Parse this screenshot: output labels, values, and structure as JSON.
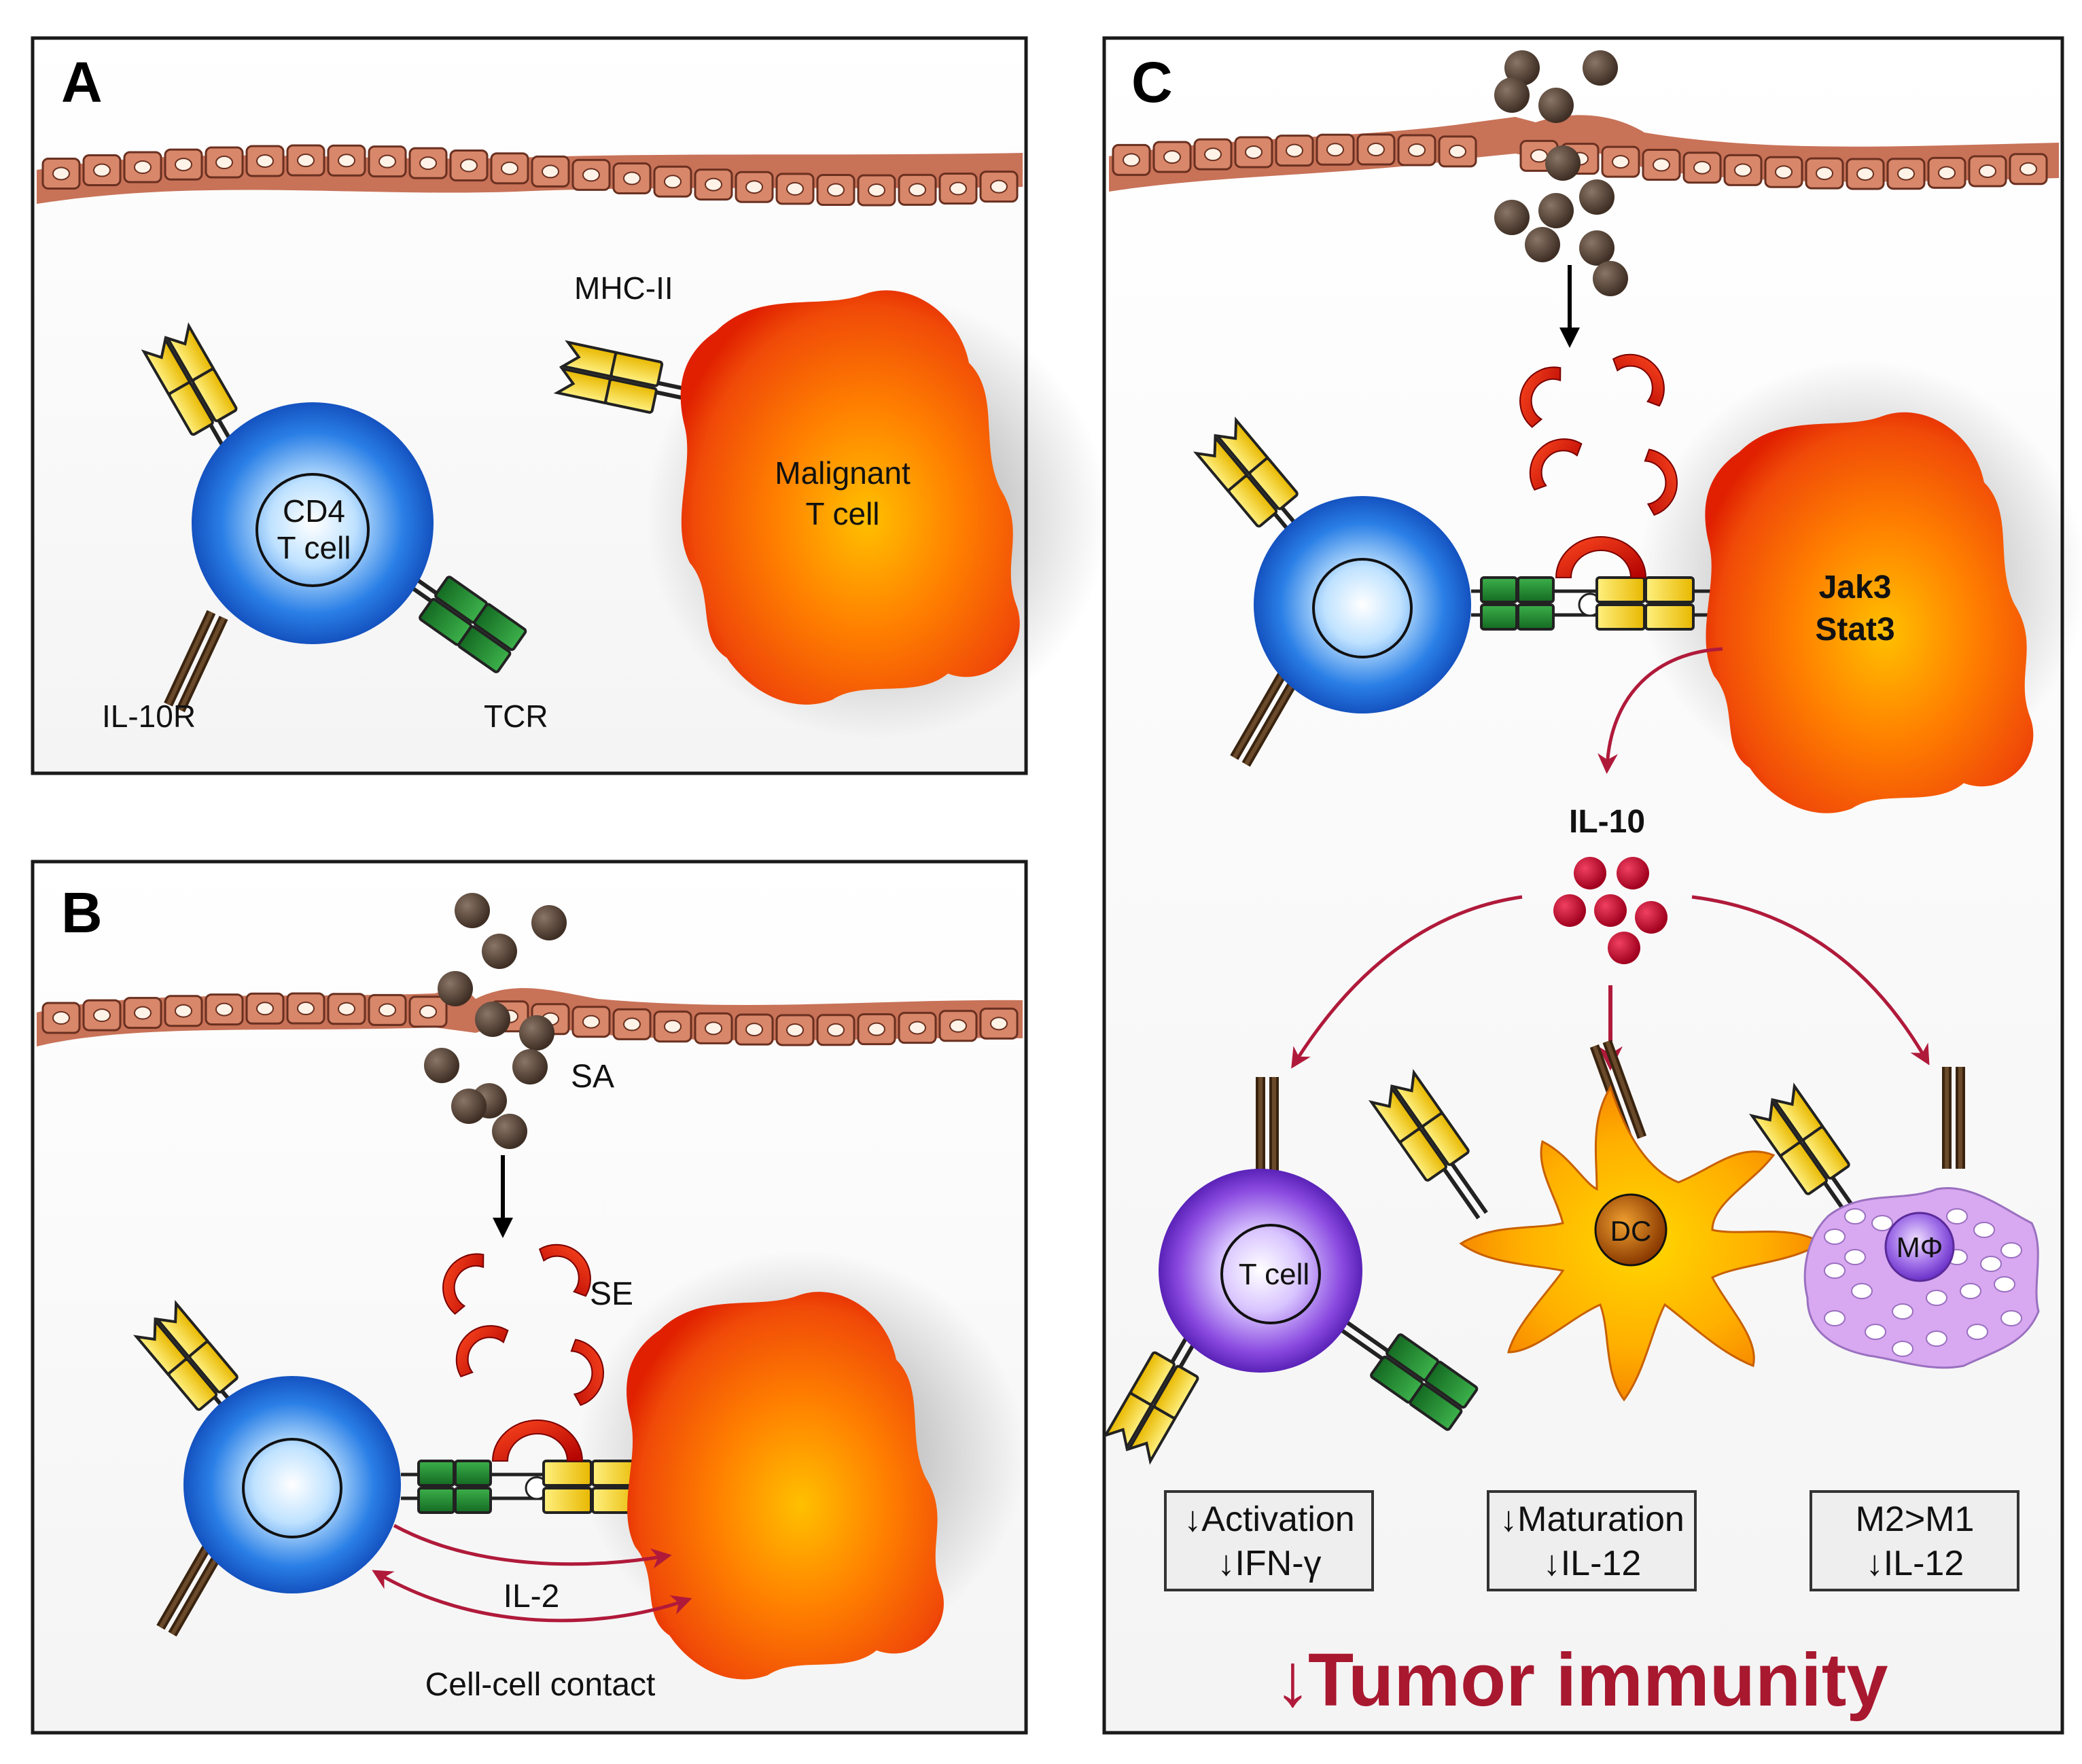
{
  "panels": {
    "a": {
      "letter": "A",
      "cd4_line1": "CD4",
      "cd4_line2": "T cell",
      "malignant_line1": "Malignant",
      "malignant_line2": "T cell",
      "mhc": "MHC-II",
      "il10r": "IL-10R",
      "tcr": "TCR"
    },
    "b": {
      "letter": "B",
      "sa": "SA",
      "se": "SE",
      "il2": "IL-2",
      "contact": "Cell-cell contact"
    },
    "c": {
      "letter": "C",
      "jak3": "Jak3",
      "stat3": "Stat3",
      "il10": "IL-10",
      "tcell": "T cell",
      "dc": "DC",
      "mphi": "MΦ",
      "box1_line1": "Activation",
      "box1_line2": "IFN-γ",
      "box2_line1": "Maturation",
      "box2_line2": "IL-12",
      "box3_line1": "M2>M1",
      "box3_line2": "IL-12",
      "conclusion": "Tumor immunity"
    }
  },
  "colors": {
    "cd4_cell": "#2a7fe6",
    "malignant": "#f04a08",
    "tcell_c": "#8a4ae0",
    "dc": "#f5a000",
    "macrophage": "#d8a8f0",
    "mhc_receptor": "#f2d22e",
    "tcr_receptor": "#2e9a3a",
    "il10r_receptor": "#5a3a1a",
    "superantigen": "#d81e00",
    "staph_particle": "#5a4638",
    "il10_dot": "#c41030",
    "arrow_red": "#b01a3a",
    "skin_cell": "#d8876a"
  },
  "icons": [
    "skin-barrier",
    "staphylococcus-particle",
    "superantigen-crescent",
    "receptor",
    "arrow"
  ]
}
